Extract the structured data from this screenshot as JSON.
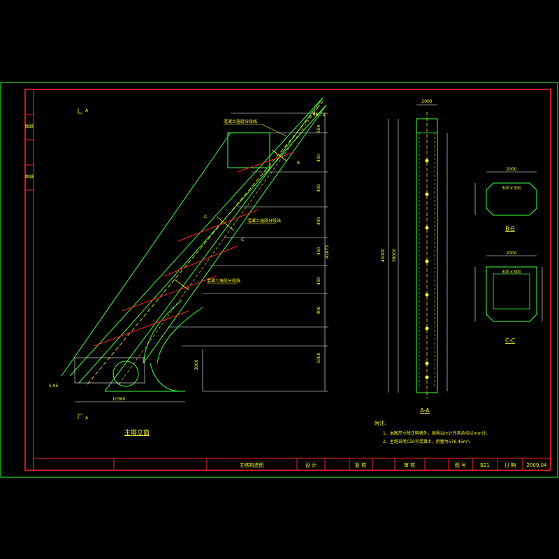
{
  "titles": {
    "main_elevation": "主塔立面",
    "section_aa": "A-A",
    "section_bb": "B-B",
    "section_cc": "C-C"
  },
  "callouts": {
    "joint_1": "混凝土施段分段线",
    "joint_2": "混凝土施段分段线",
    "joint_3": "混凝土施段分段线",
    "elev_top": "46.73",
    "elev_bottom": "5.95",
    "mark_a_top": "A",
    "mark_a_bottom": "A",
    "mark_b": "B",
    "mark_c1": "C",
    "mark_c2": "C"
  },
  "sections": {
    "bb_inner_size": "300×300",
    "cc_inner_size": "300×300",
    "bb_width": "2000",
    "cc_width": "2000"
  },
  "notes": {
    "heading": "附注:",
    "line1": "1、本图尺寸除注明者外，高程以m计外其余均以mm计。",
    "line2": "2、主塔采用C50号混凝土，用量为576.45m³。"
  },
  "side_tabs": [
    "图纸",
    "图纸"
  ],
  "title_block": {
    "drawing_name": "主塔构造图",
    "designed_label": "设 计",
    "checked_label": "复 核",
    "approved_label": "审 核",
    "drawing_no_label": "图 号",
    "drawing_no": "B21",
    "date_label": "日 期",
    "date": "2009.04"
  },
  "colors": {
    "outer_frame": "#22dd22",
    "inner_frame": "#ff2020",
    "geometry": "#44ff44",
    "dims": "#ffffff",
    "cut_lines": "#ff2222",
    "text": "#ffff33",
    "section_dash": "#ffff33"
  }
}
